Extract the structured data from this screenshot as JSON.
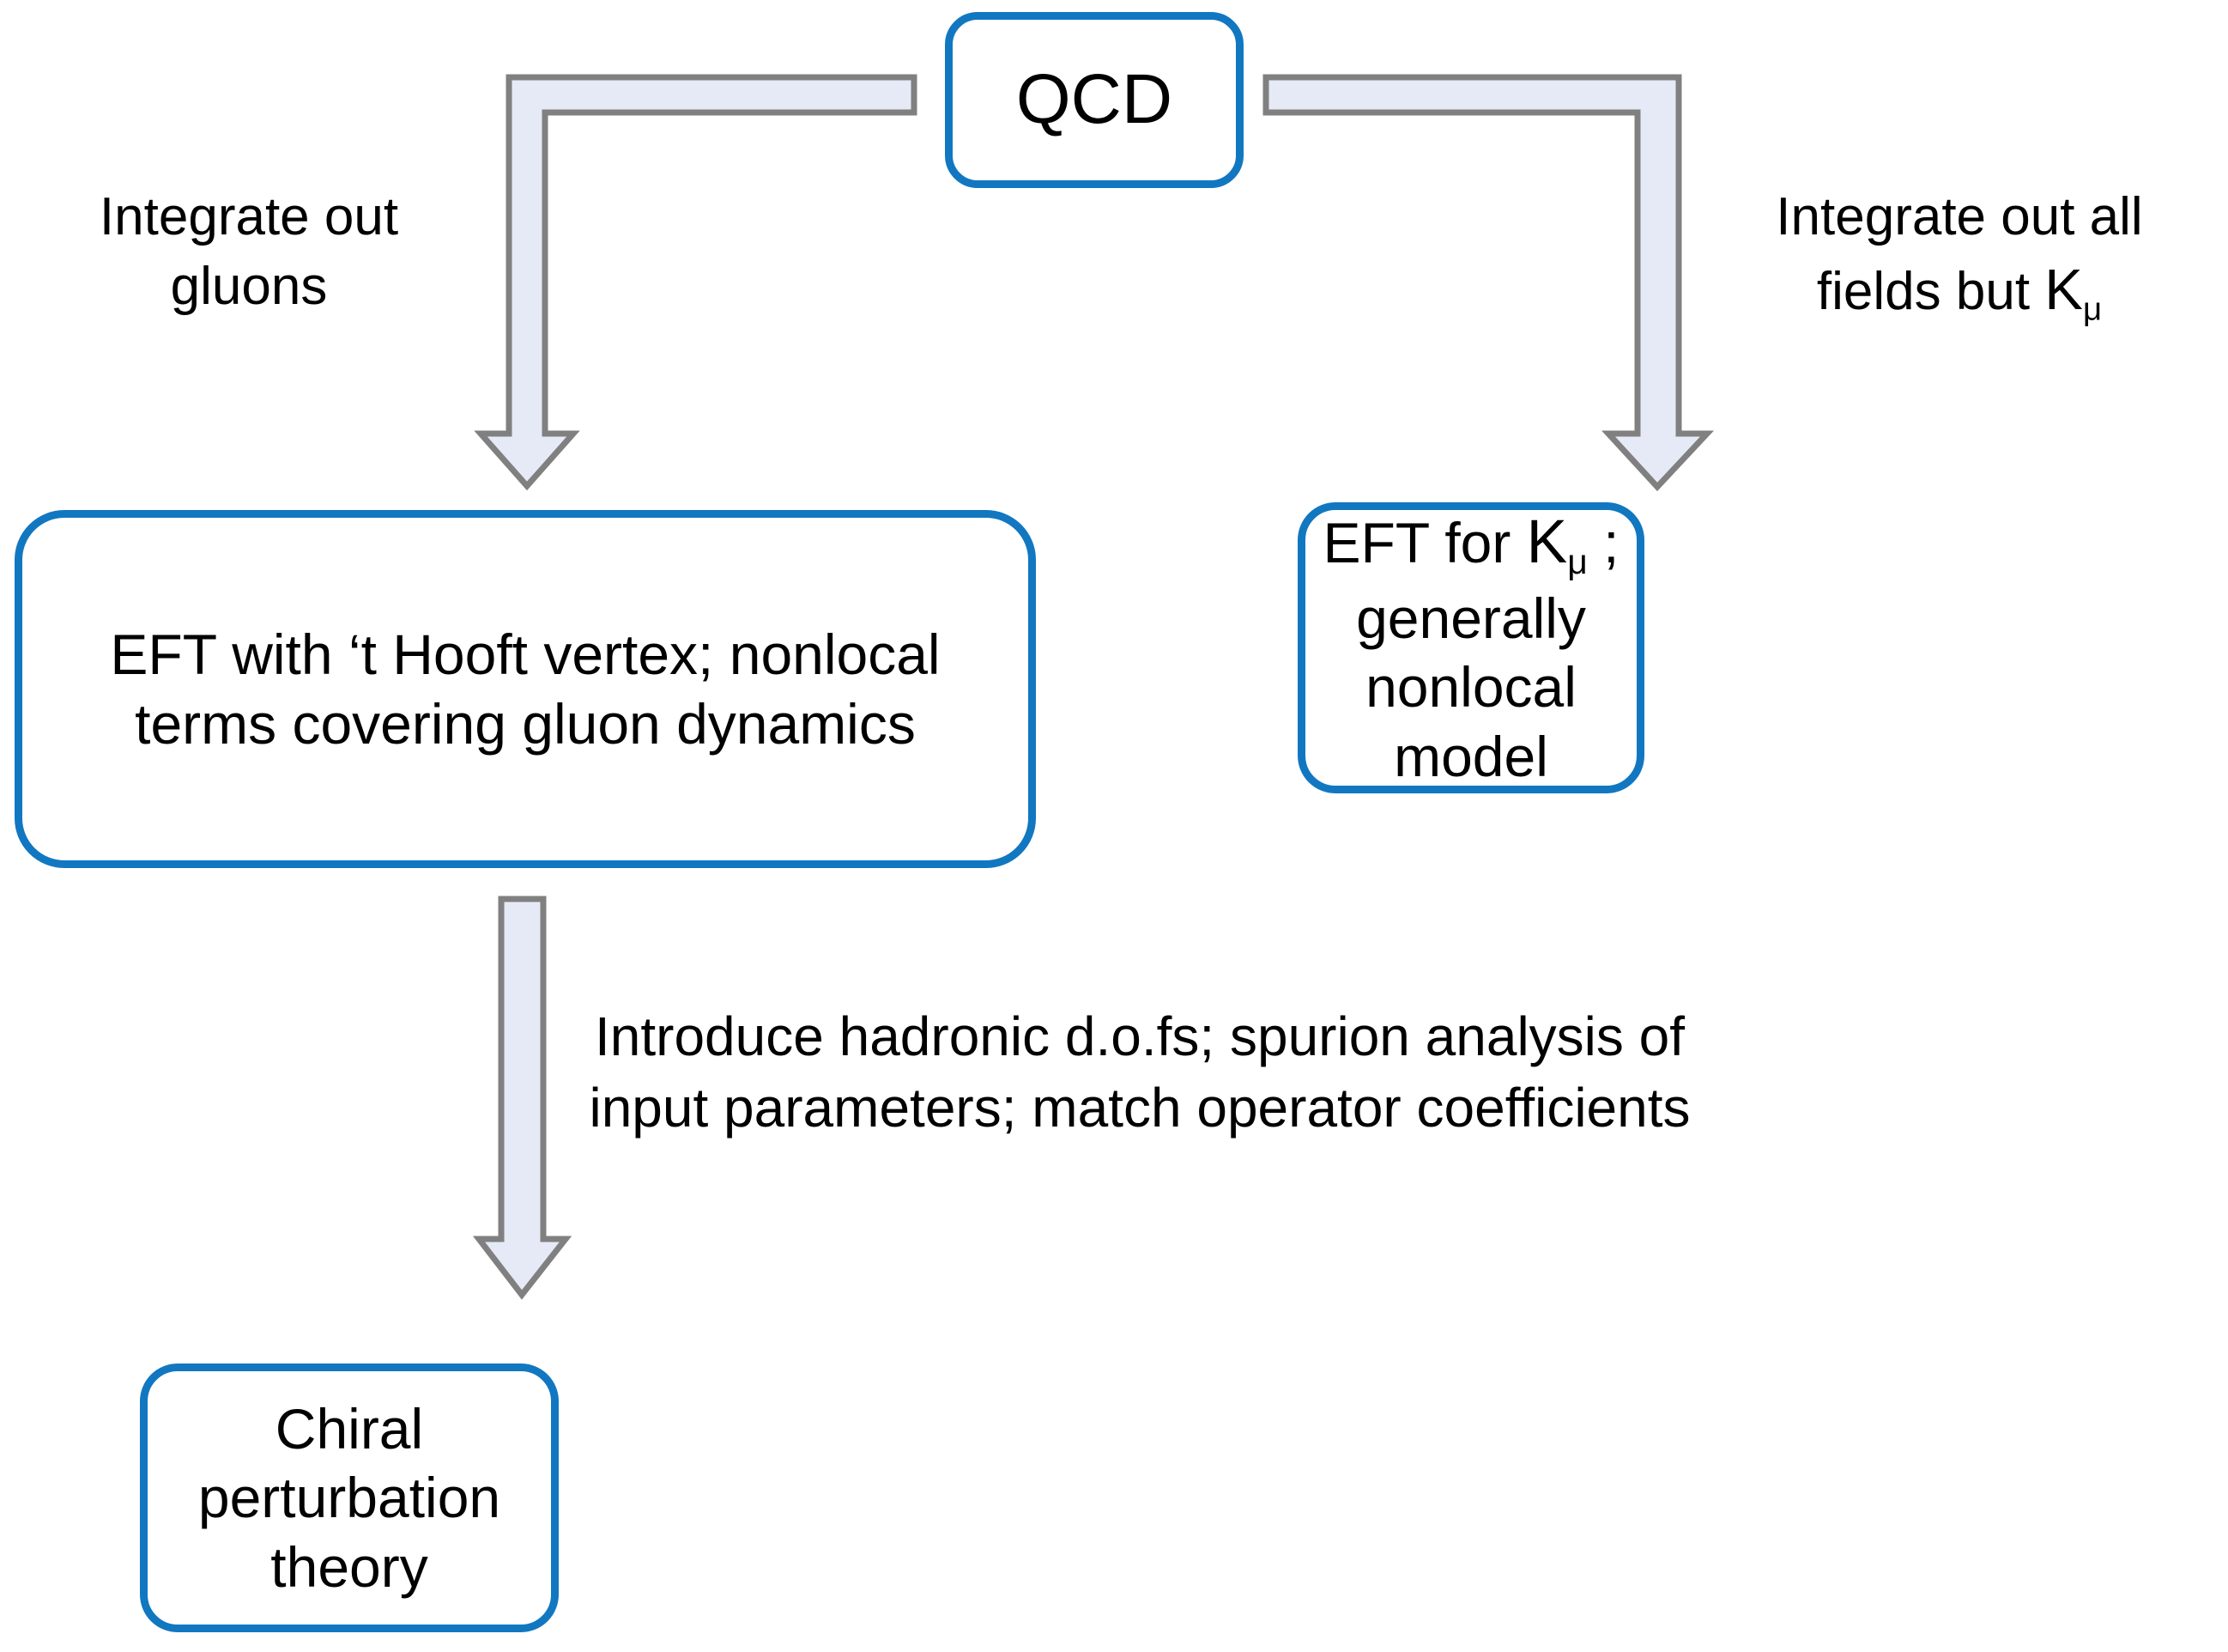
{
  "diagram": {
    "title": "QCD effective field theory derivation flow",
    "background_color": "#ffffff",
    "node_border_color": "#1277c1",
    "arrow_fill_color": "#e6eaf6",
    "arrow_border_color": "#808080",
    "text_color": "#000000"
  },
  "nodes": {
    "qcd": {
      "label": "QCD",
      "shape": "rounded-rectangle"
    },
    "eft_gluon": {
      "label": "EFT with ‘t Hooft vertex; nonlocal terms covering gluon dynamics",
      "shape": "rounded-rectangle"
    },
    "eft_k": {
      "label_before_k": "EFT for ",
      "label_k": "K",
      "label_k_subscript": "μ",
      "label_after_k": " ; generally nonlocal model",
      "shape": "rounded-rectangle"
    },
    "chpt": {
      "label": "Chiral perturbation theory",
      "shape": "rounded-rectangle"
    }
  },
  "edges": {
    "qcd_to_eft_gluon": {
      "label": "Integrate out\ngluons",
      "from": "qcd",
      "to": "eft_gluon",
      "style": "elbow-block-arrow-left-down"
    },
    "qcd_to_eft_k": {
      "label_line1": "Integrate out all",
      "label_line2_before_k": "fields but ",
      "label_line2_k": "K",
      "label_line2_k_subscript": "μ",
      "from": "qcd",
      "to": "eft_k",
      "style": "elbow-block-arrow-right-down"
    },
    "eft_gluon_to_chpt": {
      "label": "Introduce hadronic d.o.fs; spurion analysis of input parameters; match operator coefficients",
      "from": "eft_gluon",
      "to": "chpt",
      "style": "straight-block-arrow-down"
    }
  }
}
